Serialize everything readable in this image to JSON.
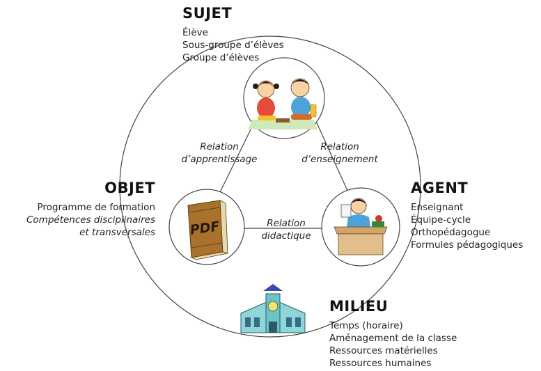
{
  "sujet": {
    "title": "SUJET",
    "items": [
      "Élève",
      "Sous-groupe d’élèves",
      "Groupe d’élèves"
    ]
  },
  "objet": {
    "title": "OBJET",
    "items": [
      "Programme de formation",
      "Compétences disciplinaires",
      "et transversales"
    ]
  },
  "agent": {
    "title": "AGENT",
    "items": [
      "Enseignant",
      "Équipe-cycle",
      "Orthopédagogue",
      "Formules pédagogiques"
    ]
  },
  "milieu": {
    "title": "MILIEU",
    "items": [
      "Temps (horaire)",
      "Aménagement de la classe",
      "Ressources matérielles",
      "Ressources humaines"
    ]
  },
  "relations": {
    "apprentissage": [
      "Relation",
      "d’apprentissage"
    ],
    "enseignement": [
      "Relation",
      "d’enseignement"
    ],
    "didactique": [
      "Relation",
      "didactique"
    ]
  },
  "book_label": "PDF"
}
